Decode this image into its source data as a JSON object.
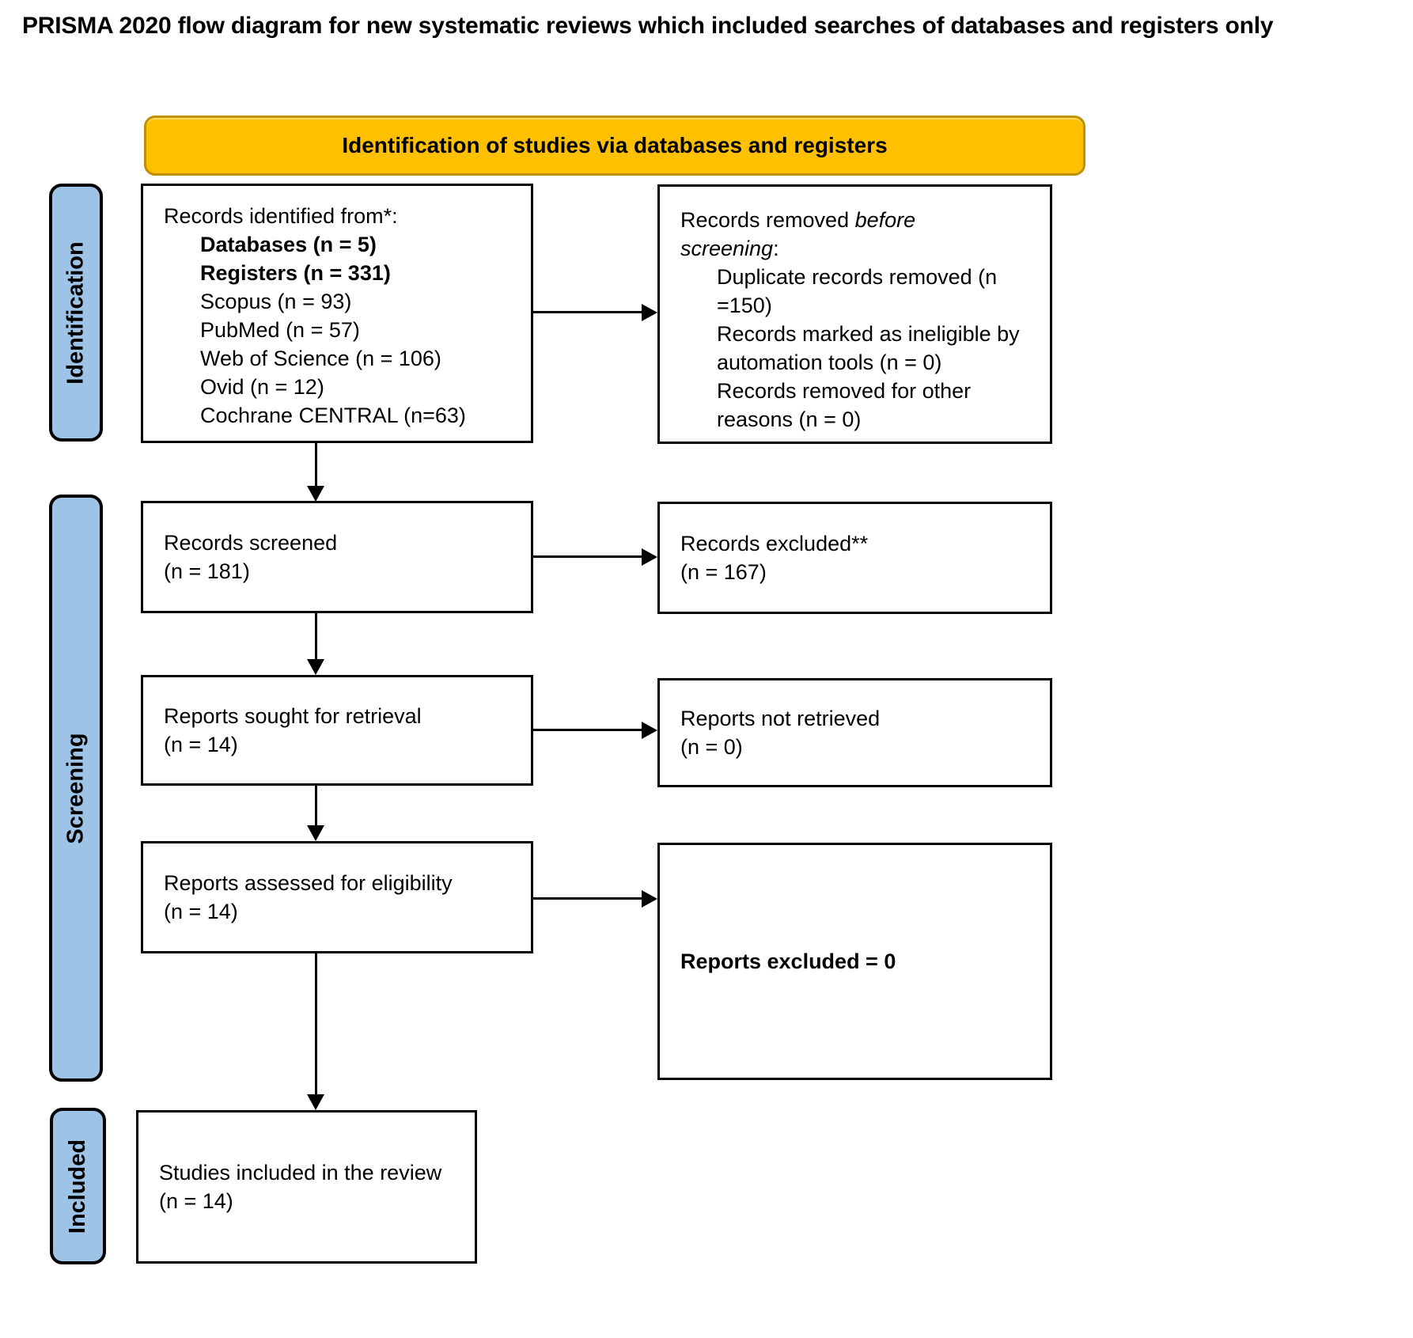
{
  "page_title": "PRISMA 2020 flow diagram for new systematic reviews which included searches of databases and registers only",
  "banner": {
    "label": "Identification of studies via databases and registers"
  },
  "colors": {
    "banner_fill": "#FFC000",
    "banner_border": "#BF9000",
    "stage_fill": "#9DC3E6"
  },
  "stages": [
    {
      "label": "Identification"
    },
    {
      "label": "Screening"
    },
    {
      "label": "Included"
    }
  ],
  "boxes": {
    "identified": {
      "lines": [
        {
          "runs": [
            {
              "t": "Records identified from*:"
            }
          ]
        },
        {
          "runs": [
            {
              "t": "Databases (n = 5)",
              "b": true
            }
          ],
          "indent": 1
        },
        {
          "runs": [
            {
              "t": "Registers (n = 331)",
              "b": true
            }
          ],
          "indent": 1
        },
        {
          "runs": [
            {
              "t": "Scopus (n = 93)"
            }
          ],
          "indent": 1
        },
        {
          "runs": [
            {
              "t": "PubMed (n = 57)"
            }
          ],
          "indent": 1
        },
        {
          "runs": [
            {
              "t": "Web of Science (n = 106)"
            }
          ],
          "indent": 1
        },
        {
          "runs": [
            {
              "t": "Ovid (n = 12)"
            }
          ],
          "indent": 1
        },
        {
          "runs": [
            {
              "t": "Cochrane CENTRAL (n=63)"
            }
          ],
          "indent": 1
        }
      ]
    },
    "removed": {
      "lines": [
        {
          "runs": [
            {
              "t": "Records removed "
            },
            {
              "t": "before",
              "i": true
            }
          ]
        },
        {
          "runs": [
            {
              "t": "screening",
              "i": true
            },
            {
              "t": ":"
            }
          ]
        },
        {
          "runs": [
            {
              "t": "Duplicate records removed (n =150)"
            }
          ],
          "indent": 1
        },
        {
          "runs": [
            {
              "t": "Records marked as ineligible by automation tools (n = 0)"
            }
          ],
          "indent": 1
        },
        {
          "runs": [
            {
              "t": "Records removed for other reasons (n = 0)"
            }
          ],
          "indent": 1
        }
      ]
    },
    "screened": {
      "lines": [
        {
          "runs": [
            {
              "t": "Records screened"
            }
          ]
        },
        {
          "runs": [
            {
              "t": "(n = 181)"
            }
          ]
        }
      ]
    },
    "excluded": {
      "lines": [
        {
          "runs": [
            {
              "t": "Records excluded**"
            }
          ]
        },
        {
          "runs": [
            {
              "t": "(n = 167)"
            }
          ]
        }
      ]
    },
    "sought": {
      "lines": [
        {
          "runs": [
            {
              "t": "Reports sought for retrieval"
            }
          ]
        },
        {
          "runs": [
            {
              "t": "(n = 14)"
            }
          ]
        }
      ]
    },
    "not_retrieved": {
      "lines": [
        {
          "runs": [
            {
              "t": "Reports not retrieved"
            }
          ]
        },
        {
          "runs": [
            {
              "t": "(n = 0)"
            }
          ]
        }
      ]
    },
    "assessed": {
      "lines": [
        {
          "runs": [
            {
              "t": "Reports assessed for eligibility"
            }
          ]
        },
        {
          "runs": [
            {
              "t": "(n = 14)"
            }
          ]
        }
      ]
    },
    "reports_excluded": {
      "lines": [
        {
          "runs": [
            {
              "t": "Reports excluded = 0",
              "b": true
            }
          ]
        }
      ]
    },
    "included_studies": {
      "lines": [
        {
          "runs": [
            {
              "t": "Studies included in the review"
            }
          ]
        },
        {
          "runs": [
            {
              "t": "(n = 14)"
            }
          ]
        }
      ]
    }
  }
}
